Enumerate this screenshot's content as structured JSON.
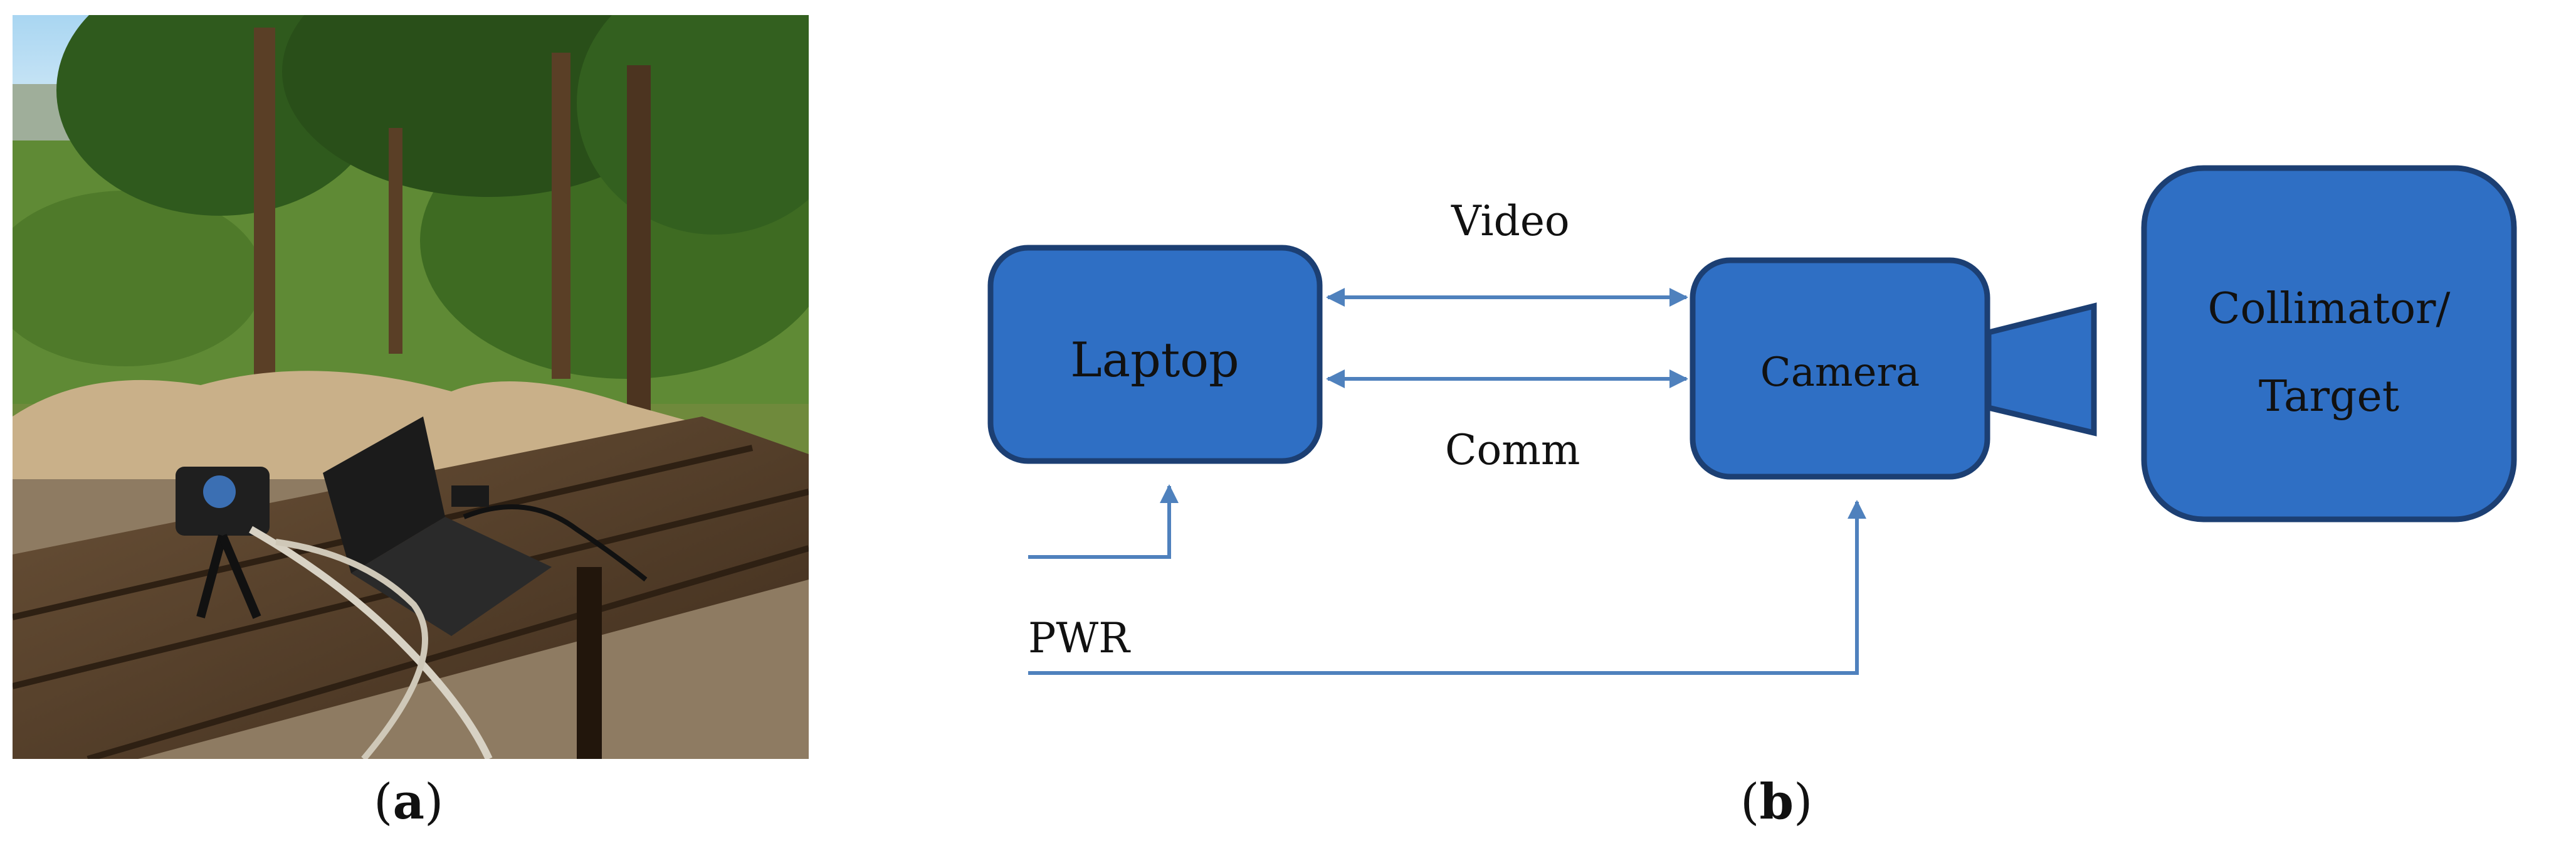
{
  "figure": {
    "panel_a": {
      "caption_prefix": "(",
      "caption_letter": "a",
      "caption_suffix": ")"
    },
    "panel_b": {
      "caption_prefix": "(",
      "caption_letter": "b",
      "caption_suffix": ")",
      "nodes": {
        "laptop": "Laptop",
        "camera": "Camera",
        "collimator_line1": "Collimator/",
        "collimator_line2": "Target"
      },
      "edge_labels": {
        "video": "Video",
        "comm": "Comm",
        "pwr": "PWR"
      }
    }
  },
  "colors": {
    "box_fill": "#2f6fc4",
    "box_stroke": "#1c3f73",
    "arrow": "#4f81bd",
    "text": "#111111"
  }
}
